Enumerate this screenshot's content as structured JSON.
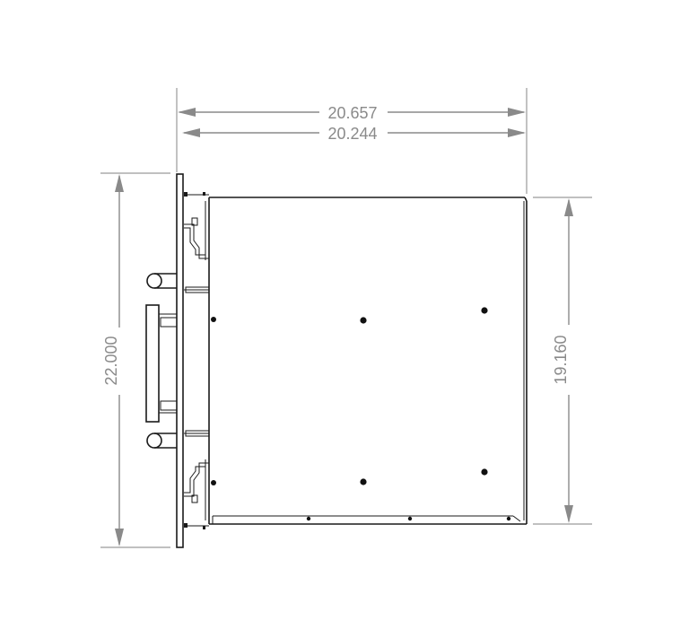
{
  "dimensions": {
    "overall_width": "20.657",
    "body_width": "20.244",
    "overall_height": "22.000",
    "body_height": "19.160"
  },
  "colors": {
    "dimension": "#8a8a8a",
    "part": "#1a1a1a",
    "background": "#ffffff"
  }
}
